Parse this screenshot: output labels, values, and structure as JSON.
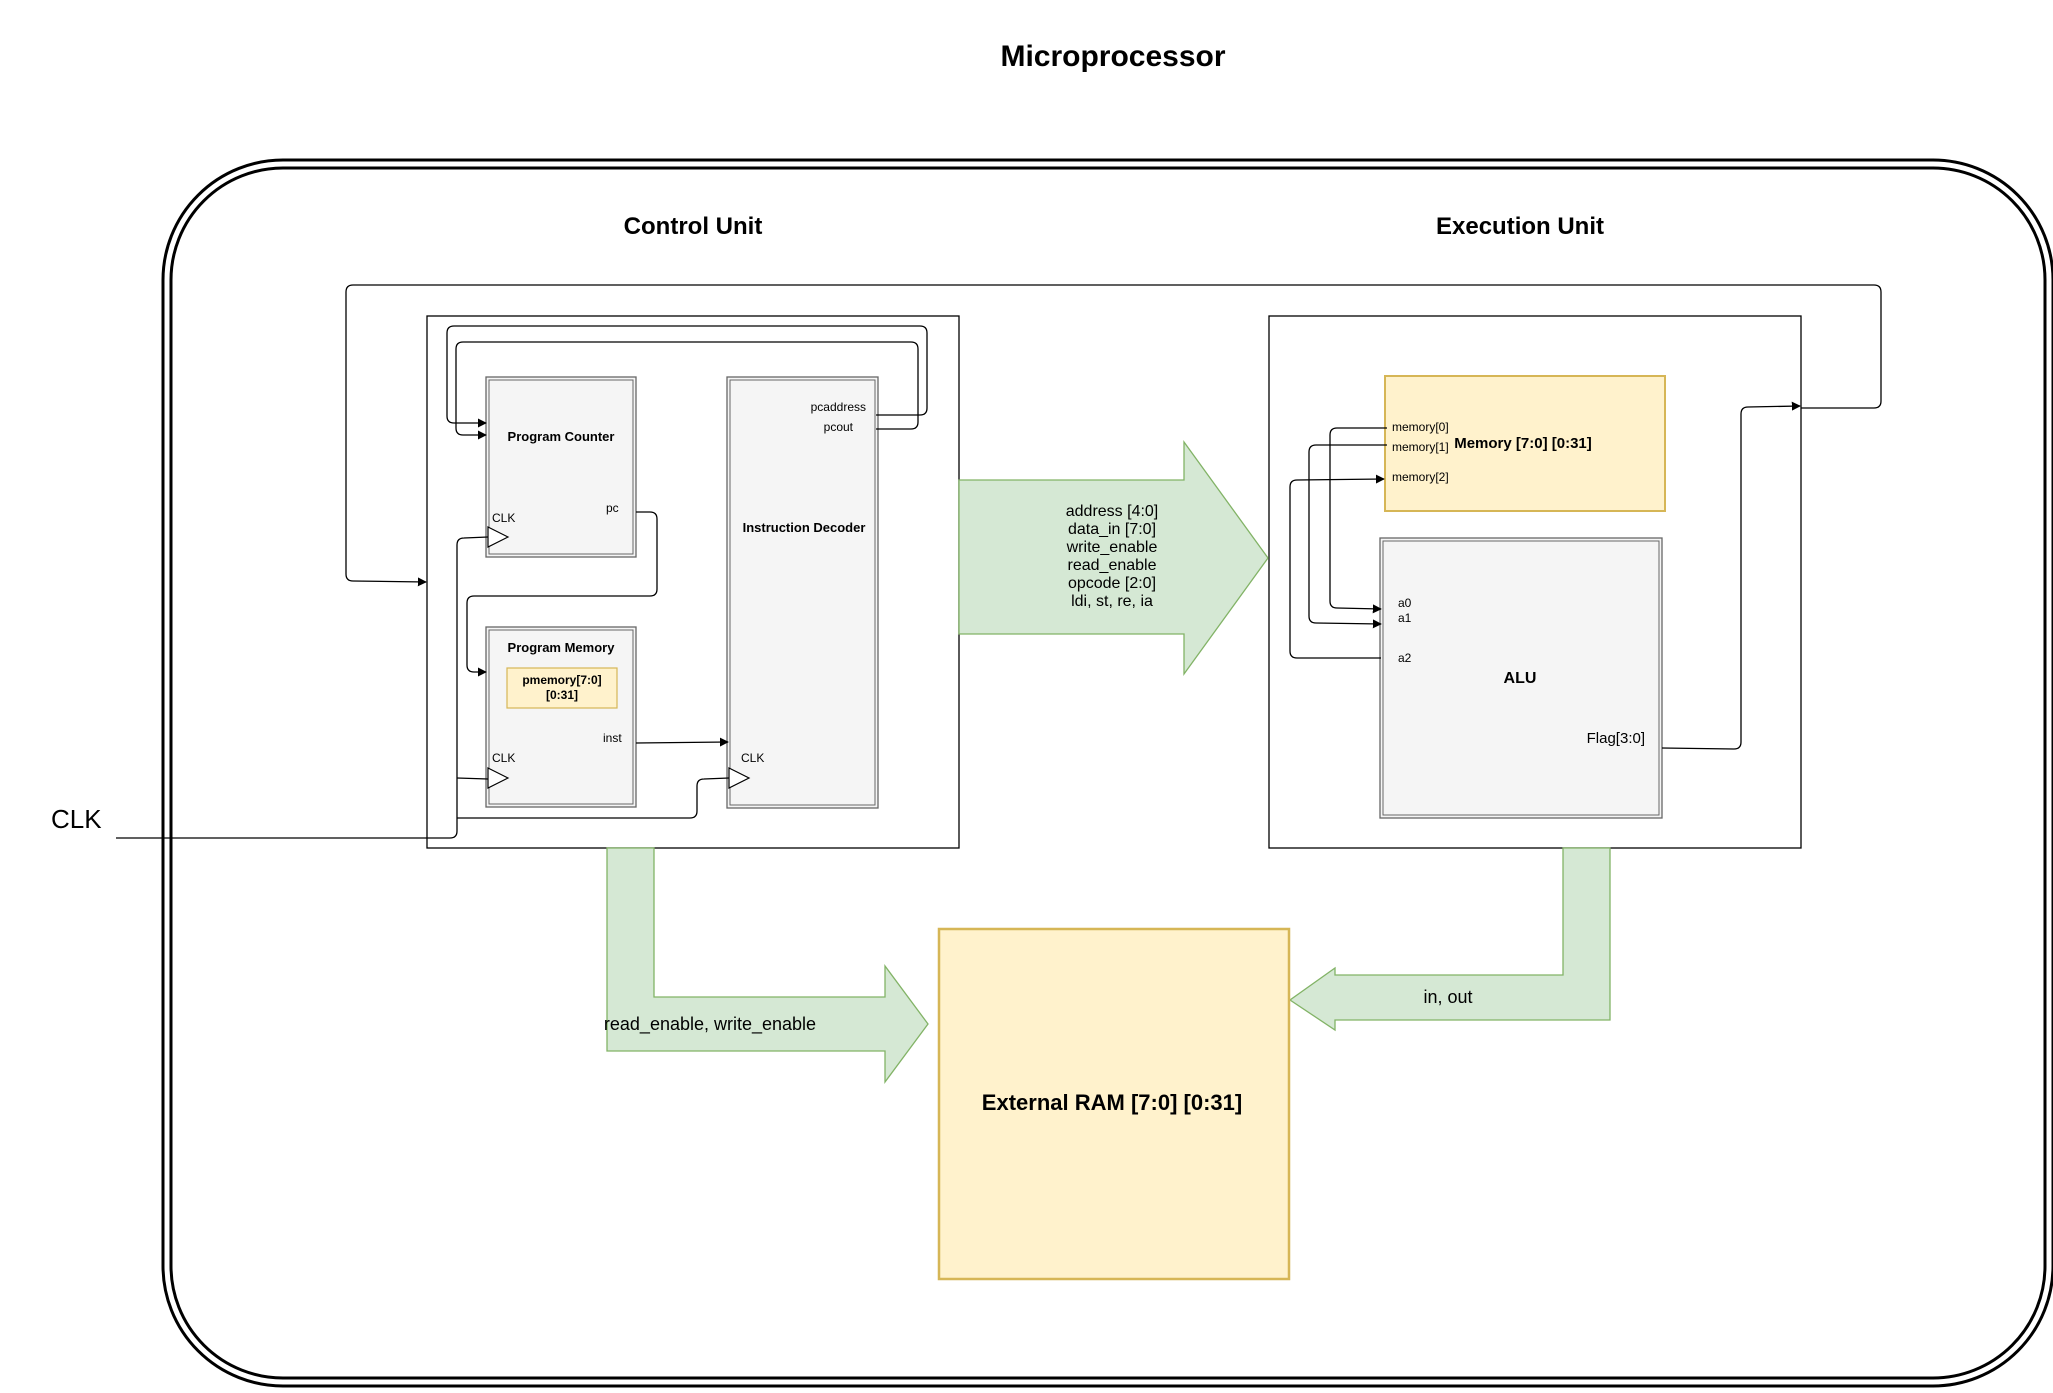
{
  "title": "Microprocessor",
  "control_unit": {
    "title": "Control Unit",
    "program_counter": {
      "label": "Program Counter",
      "clk": "CLK",
      "pc": "pc"
    },
    "program_memory": {
      "label": "Program Memory",
      "pmemory_line1": "pmemory[7:0]",
      "pmemory_line2": "[0:31]",
      "clk": "CLK",
      "inst": "inst"
    },
    "instruction_decoder": {
      "label": "Instruction Decoder",
      "pcaddress": "pcaddress",
      "pcout": "pcout",
      "clk": "CLK"
    }
  },
  "execution_unit": {
    "title": "Execution Unit",
    "memory": {
      "label": "Memory [7:0] [0:31]",
      "ports": [
        "memory[0]",
        "memory[1]",
        "memory[2]"
      ]
    },
    "alu": {
      "label": "ALU",
      "inputs": [
        "a0",
        "a1",
        "a2"
      ],
      "flag": "Flag[3:0]"
    }
  },
  "control_bus": {
    "lines": [
      "address [4:0]",
      "data_in [7:0]",
      "write_enable",
      "read_enable",
      "opcode [2:0]",
      "ldi, st, re, ia"
    ]
  },
  "ram_control_bus": {
    "label": "read_enable,  write_enable"
  },
  "ram_data_bus": {
    "label": "in, out"
  },
  "external_ram": {
    "label": "External RAM [7:0] [0:31]"
  },
  "clock": {
    "label": "CLK"
  },
  "colors": {
    "bus_fill": "#d5e8d4",
    "bus_stroke": "#82b366",
    "memory_fill": "#fff2cc",
    "memory_stroke": "#d6b656",
    "block_fill": "#f5f5f5",
    "block_stroke": "#666666"
  }
}
